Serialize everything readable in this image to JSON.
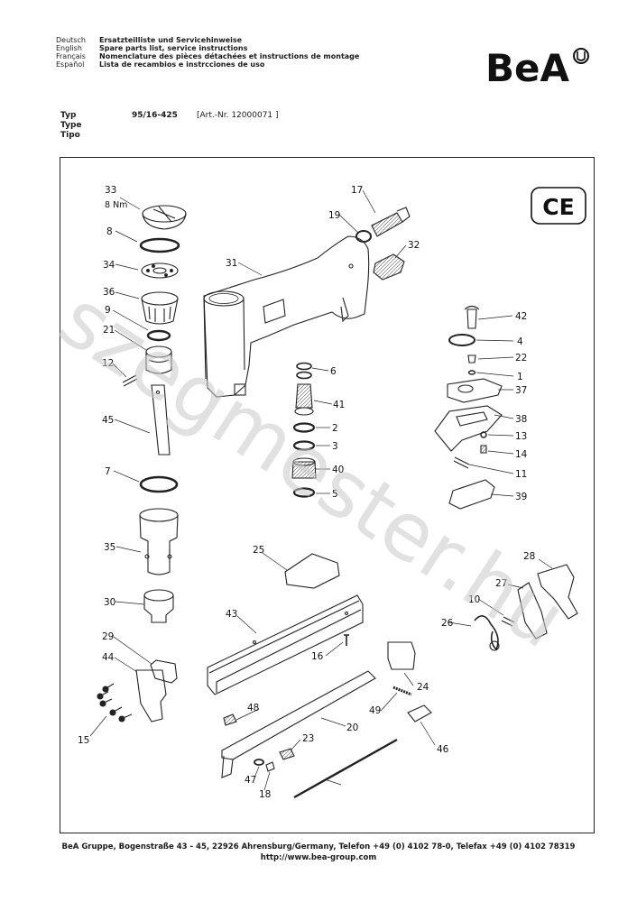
{
  "header": {
    "languages": [
      {
        "lang": "Deutsch",
        "desc": "Ersatzteilliste und Servicehinweise"
      },
      {
        "lang": "English",
        "desc": "Spare parts list, service instructions"
      },
      {
        "lang": "Français",
        "desc": "Nomenclature des pièces détachées et instructions de montage"
      },
      {
        "lang": "Español",
        "desc": "Lista de recambios e instrcciones de uso"
      }
    ],
    "logo_text": "BeA"
  },
  "type": {
    "labels": [
      "Typ",
      "Type",
      "Tipo"
    ],
    "model": "95/16-425",
    "article": "[Art.-Nr. 12000071 ]"
  },
  "ce_mark": "CE",
  "torque_note": "8 Nm",
  "watermark": "szegmester.hu",
  "parts": [
    "33",
    "8",
    "34",
    "36",
    "9",
    "21",
    "12",
    "45",
    "7",
    "35",
    "30",
    "29",
    "44",
    "15",
    "31",
    "17",
    "19",
    "32",
    "6",
    "41",
    "2",
    "3",
    "40",
    "5",
    "42",
    "4",
    "22",
    "1",
    "37",
    "38",
    "13",
    "14",
    "11",
    "39",
    "25",
    "43",
    "16",
    "28",
    "27",
    "10",
    "26",
    "24",
    "49",
    "48",
    "23",
    "20",
    "46",
    "47",
    "18"
  ],
  "footer": {
    "address": "BeA Gruppe, Bogenstraße 43 - 45, 22926  Ahrensburg/Germany, Telefon +49 (0) 4102 78-0,    Telefax +49 (0) 4102 78319",
    "url": "http://www.bea-group.com"
  }
}
